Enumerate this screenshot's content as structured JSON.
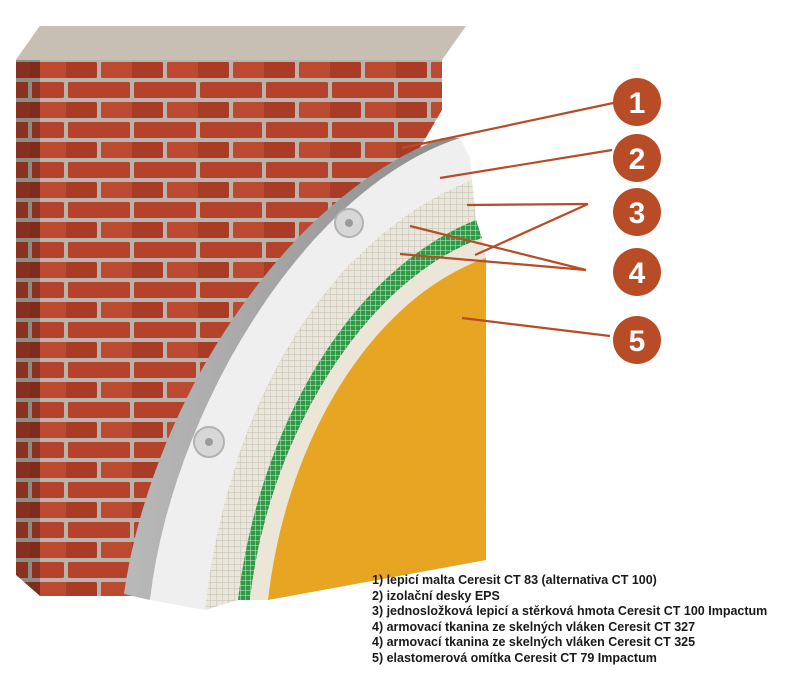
{
  "callouts": [
    {
      "number": "1"
    },
    {
      "number": "2"
    },
    {
      "number": "3"
    },
    {
      "number": "4"
    },
    {
      "number": "5"
    }
  ],
  "legend": [
    "1) lepicí malta Ceresit CT 83 (alternativa CT 100)",
    "2) izolační desky EPS",
    "3) jednosložková lepicí a stěrková hmota Ceresit CT 100 Impactum",
    "4) armovací tkanina ze skelných vláken Ceresit CT 327",
    "4) armovací tkanina ze skelných vláken Ceresit CT 325",
    "5) elastomerová omítka Ceresit CT 79 Impactum"
  ],
  "colors": {
    "brick": "#b5432b",
    "mortar": "#b9b3ab",
    "adhesive": "#9a9a9a",
    "eps": "#f3f3f3",
    "basecoat": "#efe9dc",
    "mesh": "#2f9a46",
    "render": "#e8a21c",
    "callout": "#b84c26"
  }
}
